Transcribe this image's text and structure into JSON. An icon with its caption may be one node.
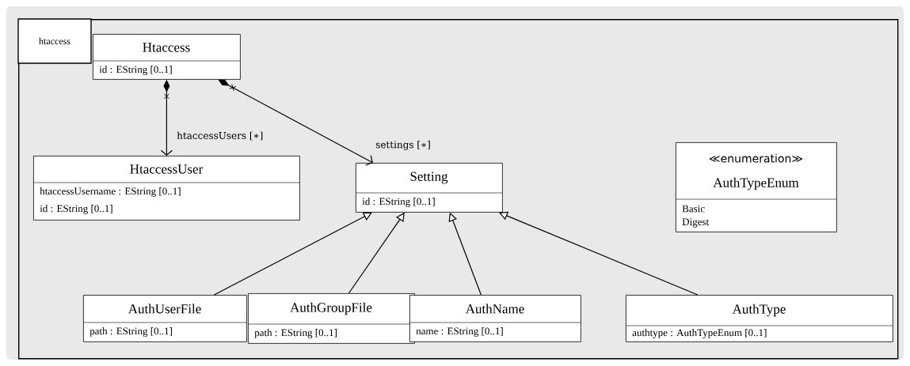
{
  "diagram": {
    "nodes": [
      {
        "text": [
          "htaccess"
        ]
      },
      {
        "text": [
          "Htaccess",
          "id : EString [0..1]"
        ],
        "in": 0
      },
      {
        "text": [
          "HtaccessUser",
          "htaccessUsername : EString [0..1]",
          "id : EString [0..1]"
        ],
        "in": 0
      },
      {
        "text": [
          "Setting",
          "id : EString [0..1]"
        ],
        "in": 0
      },
      {
        "text": [
          "≪enumeration≫",
          "AuthTypeEnum",
          "Basic",
          "Digest"
        ],
        "in": 0
      },
      {
        "text": [
          "AuthUserFile",
          "path : EString [0..1]"
        ],
        "in": 0
      },
      {
        "text": [
          "AuthGroupFile",
          "path : EString [0..1]"
        ],
        "in": 0
      },
      {
        "text": [
          "AuthName",
          "name : EString [0..1]"
        ],
        "in": 0
      },
      {
        "text": [
          "AuthType",
          "authtype : AuthTypeEnum [0..1]"
        ],
        "in": 0
      }
    ],
    "edges": [
      {
        "from": 1,
        "to": 2,
        "arrow": "to",
        "label": "htaccessUsers [∗]"
      },
      {
        "from": 1,
        "to": 3,
        "arrow": "to",
        "label": "settings [∗]"
      },
      {
        "from": 5,
        "to": 3,
        "arrow": "to"
      },
      {
        "from": 6,
        "to": 3,
        "arrow": "to"
      },
      {
        "from": 7,
        "to": 3,
        "arrow": "to"
      },
      {
        "from": 8,
        "to": 3,
        "arrow": "to"
      }
    ]
  }
}
